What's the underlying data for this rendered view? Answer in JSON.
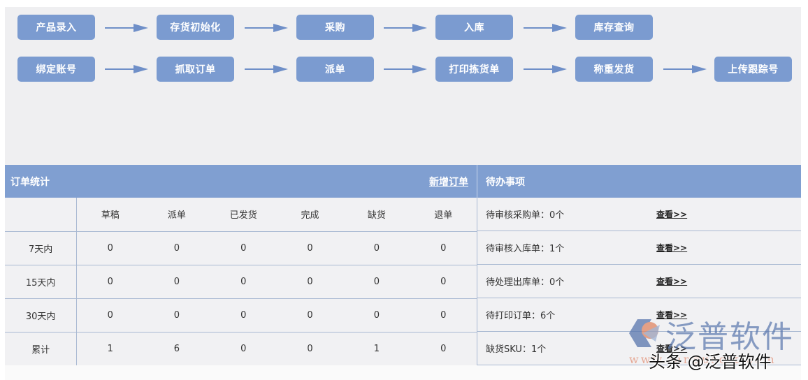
{
  "colors": {
    "flow_box": "#7b9bd0",
    "header_bar": "#809fd1",
    "panel_bg": "#efeff1",
    "table_bg": "#f1f1f3",
    "grid_line": "#a9b9d2"
  },
  "flow": {
    "row1": [
      {
        "label": "产品录入"
      },
      {
        "label": "存货初始化"
      },
      {
        "label": "采购"
      },
      {
        "label": "入库"
      },
      {
        "label": "库存查询"
      }
    ],
    "row2": [
      {
        "label": "绑定账号"
      },
      {
        "label": "抓取订单"
      },
      {
        "label": "派单"
      },
      {
        "label": "打印拣货单"
      },
      {
        "label": "称重发货"
      },
      {
        "label": "上传跟踪号"
      }
    ],
    "arrow_icon": "right-arrow-icon"
  },
  "order_stats": {
    "title": "订单统计",
    "action_link": "新增订单",
    "columns": [
      "",
      "草稿",
      "派单",
      "已发货",
      "完成",
      "缺货",
      "退单"
    ],
    "rows": [
      {
        "label": "7天内",
        "values": [
          "0",
          "0",
          "0",
          "0",
          "0",
          "0"
        ]
      },
      {
        "label": "15天内",
        "values": [
          "0",
          "0",
          "0",
          "0",
          "0",
          "0"
        ]
      },
      {
        "label": "30天内",
        "values": [
          "0",
          "0",
          "0",
          "0",
          "0",
          "0"
        ]
      },
      {
        "label": "累计",
        "values": [
          "1",
          "6",
          "0",
          "0",
          "1",
          "0"
        ]
      }
    ]
  },
  "todo": {
    "title": "待办事项",
    "items": [
      {
        "text": "待审核采购单：0个",
        "link": "查看>>"
      },
      {
        "text": "待审核入库单：1个",
        "link": "查看>>"
      },
      {
        "text": "待处理出库单：0个",
        "link": "查看>>"
      },
      {
        "text": "待打印订单：6个",
        "link": "查看>>"
      },
      {
        "text": "缺货SKU：1个",
        "link": "查看>>"
      }
    ]
  },
  "watermark": {
    "brand": "泛普软件",
    "url": "www.fanpusoft.com",
    "credit": "头条 @泛普软件"
  }
}
